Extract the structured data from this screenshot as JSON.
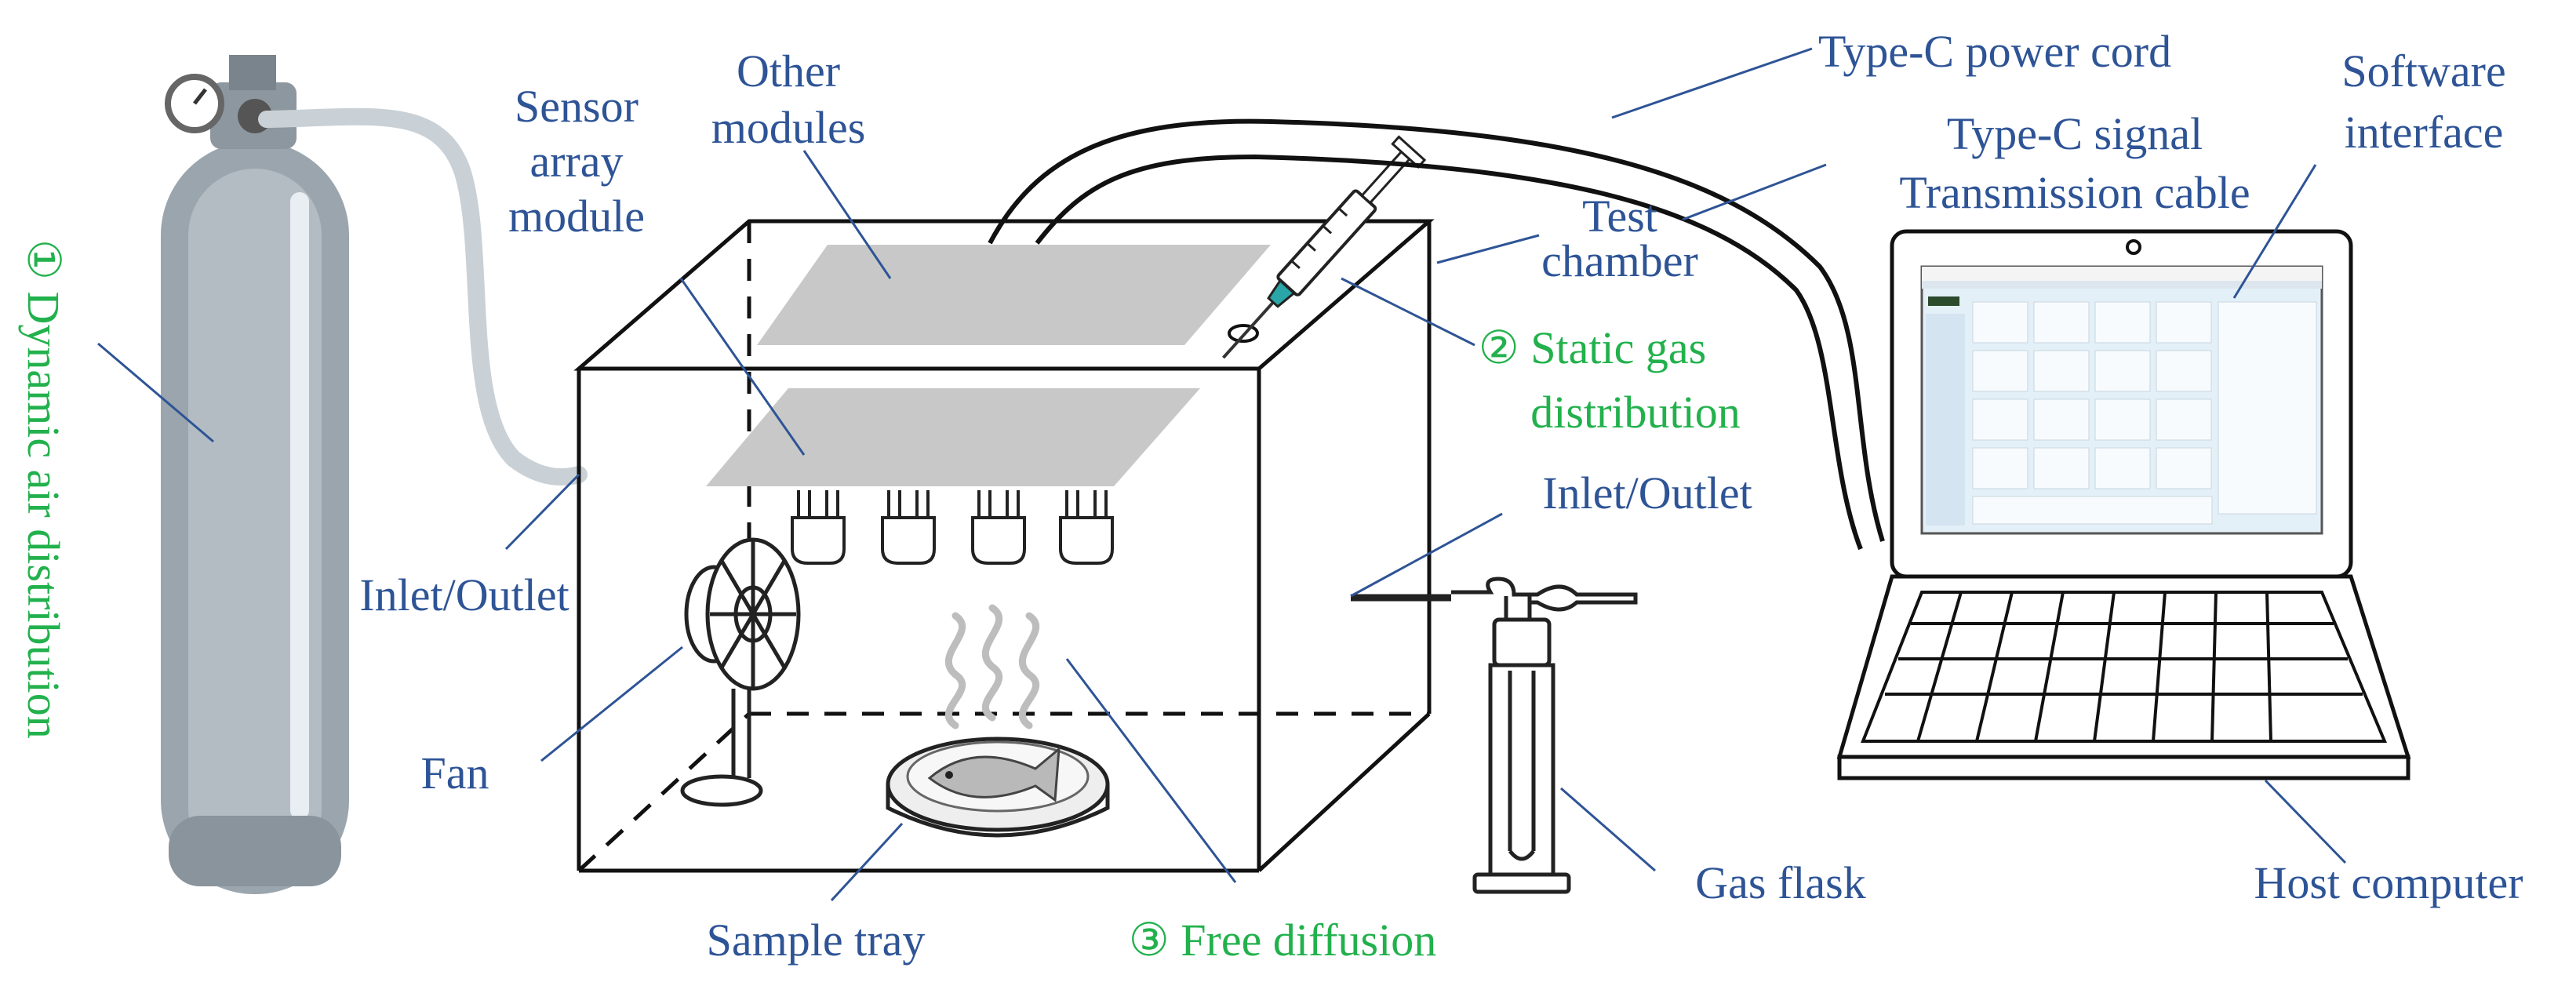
{
  "labels": {
    "other_modules_1": "Other",
    "other_modules_2": "modules",
    "sensor_array_1": "Sensor",
    "sensor_array_2": "array",
    "sensor_array_3": "module",
    "power_cord": "Type-C power cord",
    "signal_cable_1": "Type-C signal",
    "signal_cable_2": "Transmission cable",
    "software_1": "Software",
    "software_2": "interface",
    "test_chamber_1": "Test",
    "test_chamber_2": "chamber",
    "static_gas_1": "② Static gas",
    "static_gas_2": "distribution",
    "dynamic_air": "① Dynamic air distribution",
    "inlet_outlet_left": "Inlet/Outlet",
    "inlet_outlet_right": "Inlet/Outlet",
    "fan": "Fan",
    "sample_tray": "Sample tray",
    "free_diffusion": "③  Free diffusion",
    "gas_flask": "Gas flask",
    "host_computer": "Host computer"
  },
  "colors": {
    "label_blue": "#2e5496",
    "label_green": "#22b14c",
    "leader_line": "#2e5496",
    "cylinder": "#9aa5ad",
    "module_plate": "#c8c8c8",
    "screen_tint": "#e4f0f8"
  },
  "icons": [
    "gas-cylinder-icon",
    "pressure-gauge-icon",
    "syringe-icon",
    "fan-icon",
    "petri-dish-fish-icon",
    "gas-washing-bottle-icon",
    "laptop-icon",
    "sensor-icon"
  ]
}
